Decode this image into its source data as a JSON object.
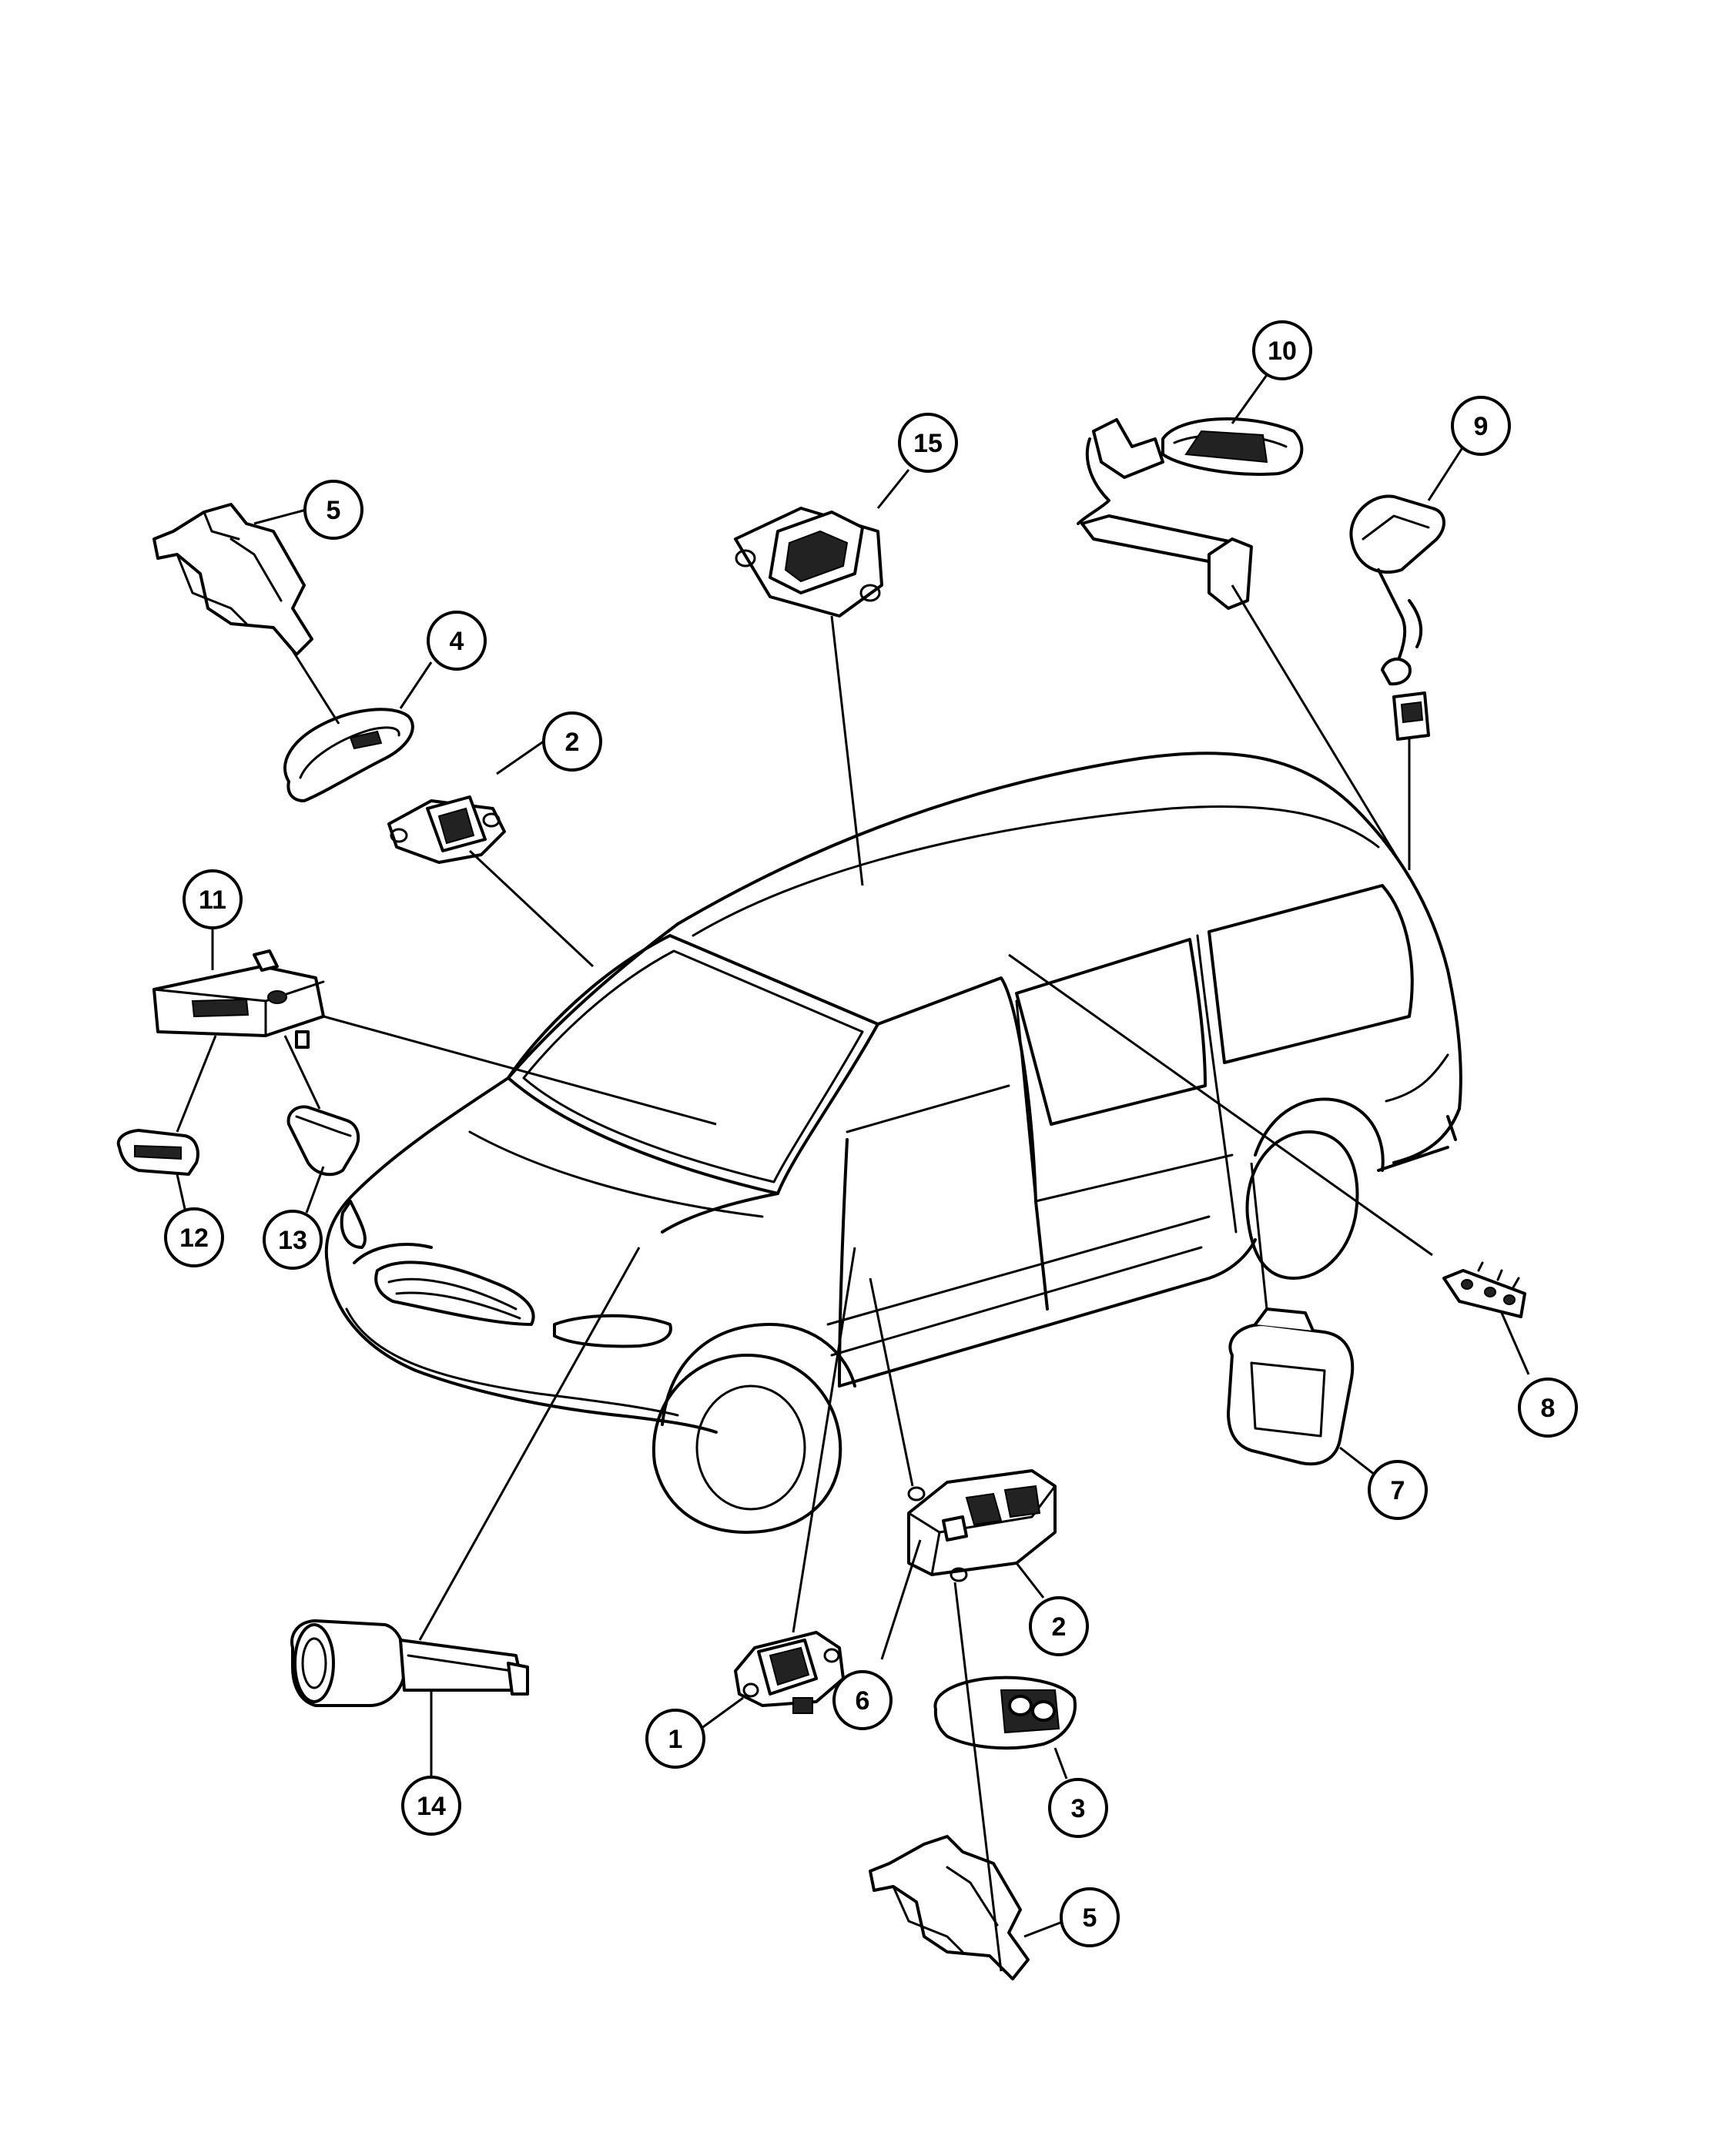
{
  "callouts": {
    "c1": "1",
    "c2a": "2",
    "c2b": "2",
    "c3": "3",
    "c4": "4",
    "c5a": "5",
    "c5b": "5",
    "c6": "6",
    "c7": "7",
    "c8": "8",
    "c9": "9",
    "c10": "10",
    "c11": "11",
    "c12": "12",
    "c13": "13",
    "c14": "14",
    "c15": "15"
  }
}
